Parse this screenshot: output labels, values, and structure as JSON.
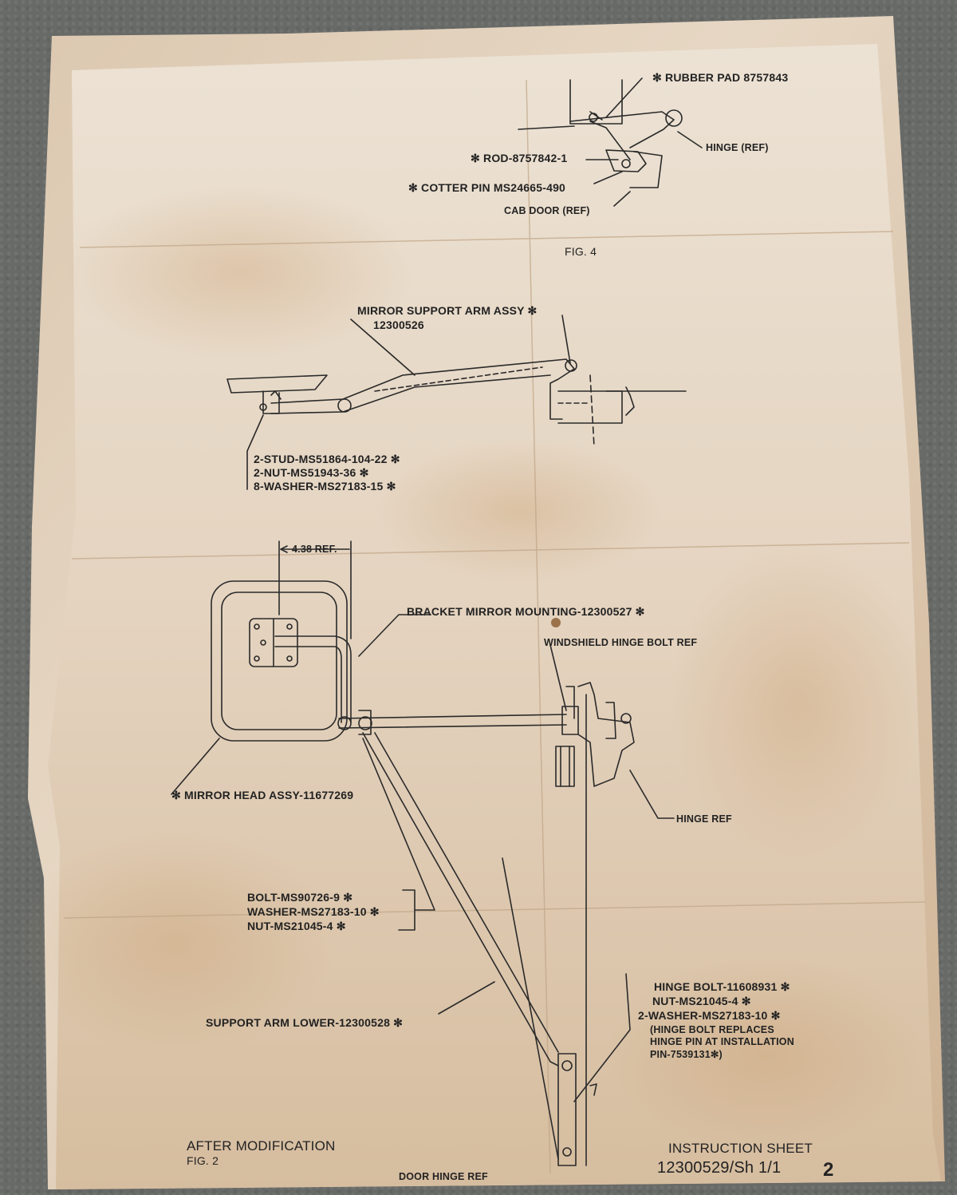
{
  "fig4": {
    "rubber_pad": "✻ RUBBER PAD 8757843",
    "rod": "✻ ROD-8757842-1",
    "hinge": "HINGE (REF)",
    "cotter_pin": "✻ COTTER PIN MS24665-490",
    "cab_door": "CAB DOOR (REF)",
    "fig_label": "FIG. 4"
  },
  "support_arm": {
    "title_line1": "MIRROR SUPPORT ARM ASSY ✻",
    "title_line2": "12300526",
    "stud": "2-STUD-MS51864-104-22 ✻",
    "nut": "2-NUT-MS51943-36 ✻",
    "washer": "8-WASHER-MS27183-15 ✻"
  },
  "fig2": {
    "dim_ref": "4.38 REF.",
    "bracket": "BRACKET MIRROR MOUNTING-12300527 ✻",
    "windshield_bolt": "WINDSHIELD HINGE BOLT REF",
    "mirror_head": "✻ MIRROR HEAD ASSY-11677269",
    "hinge_ref": "HINGE REF",
    "bolt": "BOLT-MS90726-9 ✻",
    "washer": "WASHER-MS27183-10 ✻",
    "nut": "NUT-MS21045-4 ✻",
    "hinge_bolt": "HINGE BOLT-11608931 ✻",
    "hinge_nut": "NUT-MS21045-4 ✻",
    "hinge_washer": "2-WASHER-MS27183-10 ✻",
    "note_line1": "(HINGE BOLT REPLACES",
    "note_line2": "HINGE PIN AT INSTALLATION",
    "note_line3": "PIN-7539131✻)",
    "support_lower": "SUPPORT ARM LOWER-12300528 ✻",
    "door_hinge": "DOOR HINGE REF",
    "after_mod": "AFTER MODIFICATION",
    "fig_label": "FIG. 2"
  },
  "footer": {
    "instruction_sheet": "INSTRUCTION SHEET",
    "sheet_number": "12300529/Sh 1/1",
    "page_number": "2"
  }
}
